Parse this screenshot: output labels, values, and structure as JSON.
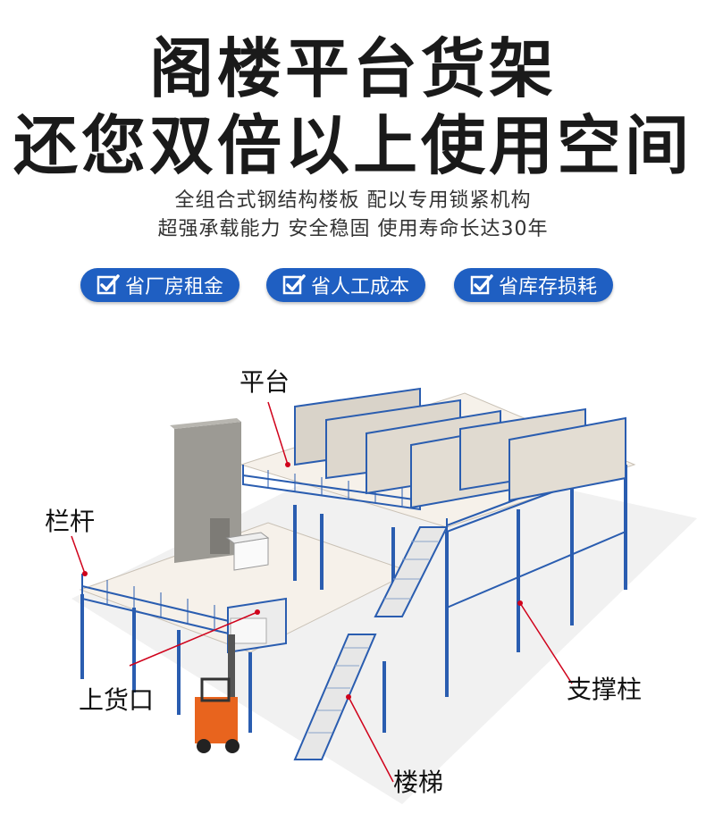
{
  "headline": {
    "line1": "阁楼平台货架",
    "line2": "还您双倍以上使用空间"
  },
  "subtitle": {
    "line1": "全组合式钢结构楼板 配以专用锁紧机构",
    "line2": "超强承载能力 安全稳固 使用寿命长达30年"
  },
  "badges": [
    {
      "label": "省厂房租金",
      "icon": "checkmark-icon"
    },
    {
      "label": "省人工成本",
      "icon": "checkmark-icon"
    },
    {
      "label": "省库存损耗",
      "icon": "checkmark-icon"
    }
  ],
  "callouts": {
    "platform": "平台",
    "railing": "栏杆",
    "loading_port": "上货口",
    "support_column": "支撑柱",
    "stairs": "楼梯"
  },
  "colors": {
    "badge_bg": "#1f5fc2",
    "steel_blue": "#2a5db0",
    "forklift": "#e8641e",
    "callout_line": "#d0021b"
  }
}
